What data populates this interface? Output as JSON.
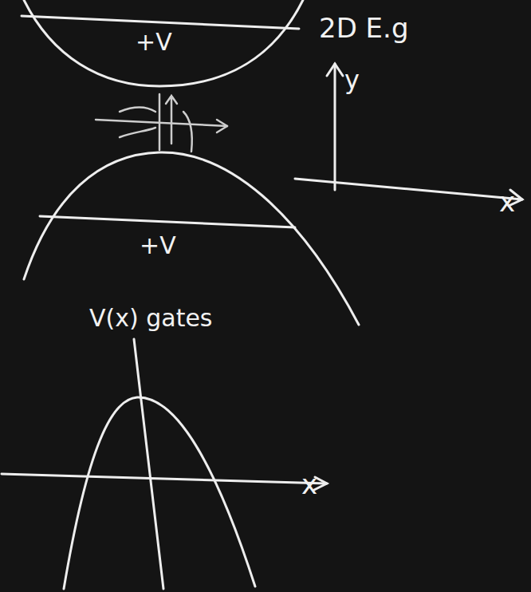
{
  "diagram": {
    "nodes": [
      {
        "text": [
          "+V"
        ]
      },
      {
        "text": [
          "+V"
        ]
      }
    ],
    "labels": [
      "2D E.g",
      "y",
      "x",
      "V(x) gates",
      "x"
    ]
  }
}
